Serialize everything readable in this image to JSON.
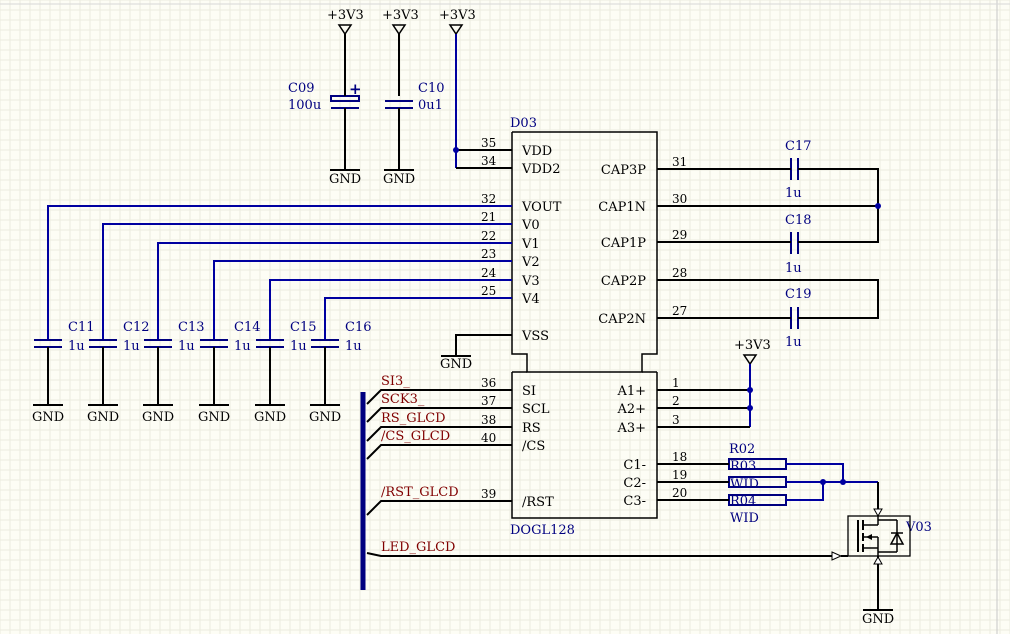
{
  "power": {
    "vcc": "+3V3",
    "gnd": "GND"
  },
  "display": {
    "ref": "D03",
    "part": "DOGL128",
    "pins_left_top": [
      {
        "num": "35",
        "name": "VDD"
      },
      {
        "num": "34",
        "name": "VDD2"
      },
      {
        "num": "32",
        "name": "VOUT"
      },
      {
        "num": "21",
        "name": "V0"
      },
      {
        "num": "22",
        "name": "V1"
      },
      {
        "num": "23",
        "name": "V2"
      },
      {
        "num": "24",
        "name": "V3"
      },
      {
        "num": "25",
        "name": "V4"
      },
      {
        "num": "",
        "name": "VSS"
      }
    ],
    "pins_right_top": [
      {
        "num": "31",
        "name": "CAP3P"
      },
      {
        "num": "30",
        "name": "CAP1N"
      },
      {
        "num": "29",
        "name": "CAP1P"
      },
      {
        "num": "28",
        "name": "CAP2P"
      },
      {
        "num": "27",
        "name": "CAP2N"
      }
    ],
    "pins_left_bottom": [
      {
        "num": "36",
        "name": "SI"
      },
      {
        "num": "37",
        "name": "SCL"
      },
      {
        "num": "38",
        "name": "RS"
      },
      {
        "num": "40",
        "name": "/CS"
      },
      {
        "num": "39",
        "name": "/RST"
      }
    ],
    "pins_right_bottom": [
      {
        "num": "1",
        "name": "A1+"
      },
      {
        "num": "2",
        "name": "A2+"
      },
      {
        "num": "3",
        "name": "A3+"
      },
      {
        "num": "18",
        "name": "C1-"
      },
      {
        "num": "19",
        "name": "C2-"
      },
      {
        "num": "20",
        "name": "C3-"
      }
    ]
  },
  "caps_top": [
    {
      "ref": "C09",
      "value": "100u"
    },
    {
      "ref": "C10",
      "value": "0u1"
    }
  ],
  "caps_right": [
    {
      "ref": "C17",
      "value": "1u"
    },
    {
      "ref": "C18",
      "value": "1u"
    },
    {
      "ref": "C19",
      "value": "1u"
    }
  ],
  "caps_bottom": [
    {
      "ref": "C11",
      "value": "1u"
    },
    {
      "ref": "C12",
      "value": "1u"
    },
    {
      "ref": "C13",
      "value": "1u"
    },
    {
      "ref": "C14",
      "value": "1u"
    },
    {
      "ref": "C15",
      "value": "1u"
    },
    {
      "ref": "C16",
      "value": "1u"
    }
  ],
  "resistors": [
    {
      "ref": "R02",
      "value": "WID"
    },
    {
      "ref": "R03",
      "value": "WID"
    },
    {
      "ref": "R04",
      "value": "WID"
    }
  ],
  "transistor": {
    "ref": "V03"
  },
  "nets": [
    "SI3_",
    "SCK3_",
    "RS_GLCD",
    "/CS_GLCD",
    "/RST_GLCD",
    "LED_GLCD"
  ]
}
